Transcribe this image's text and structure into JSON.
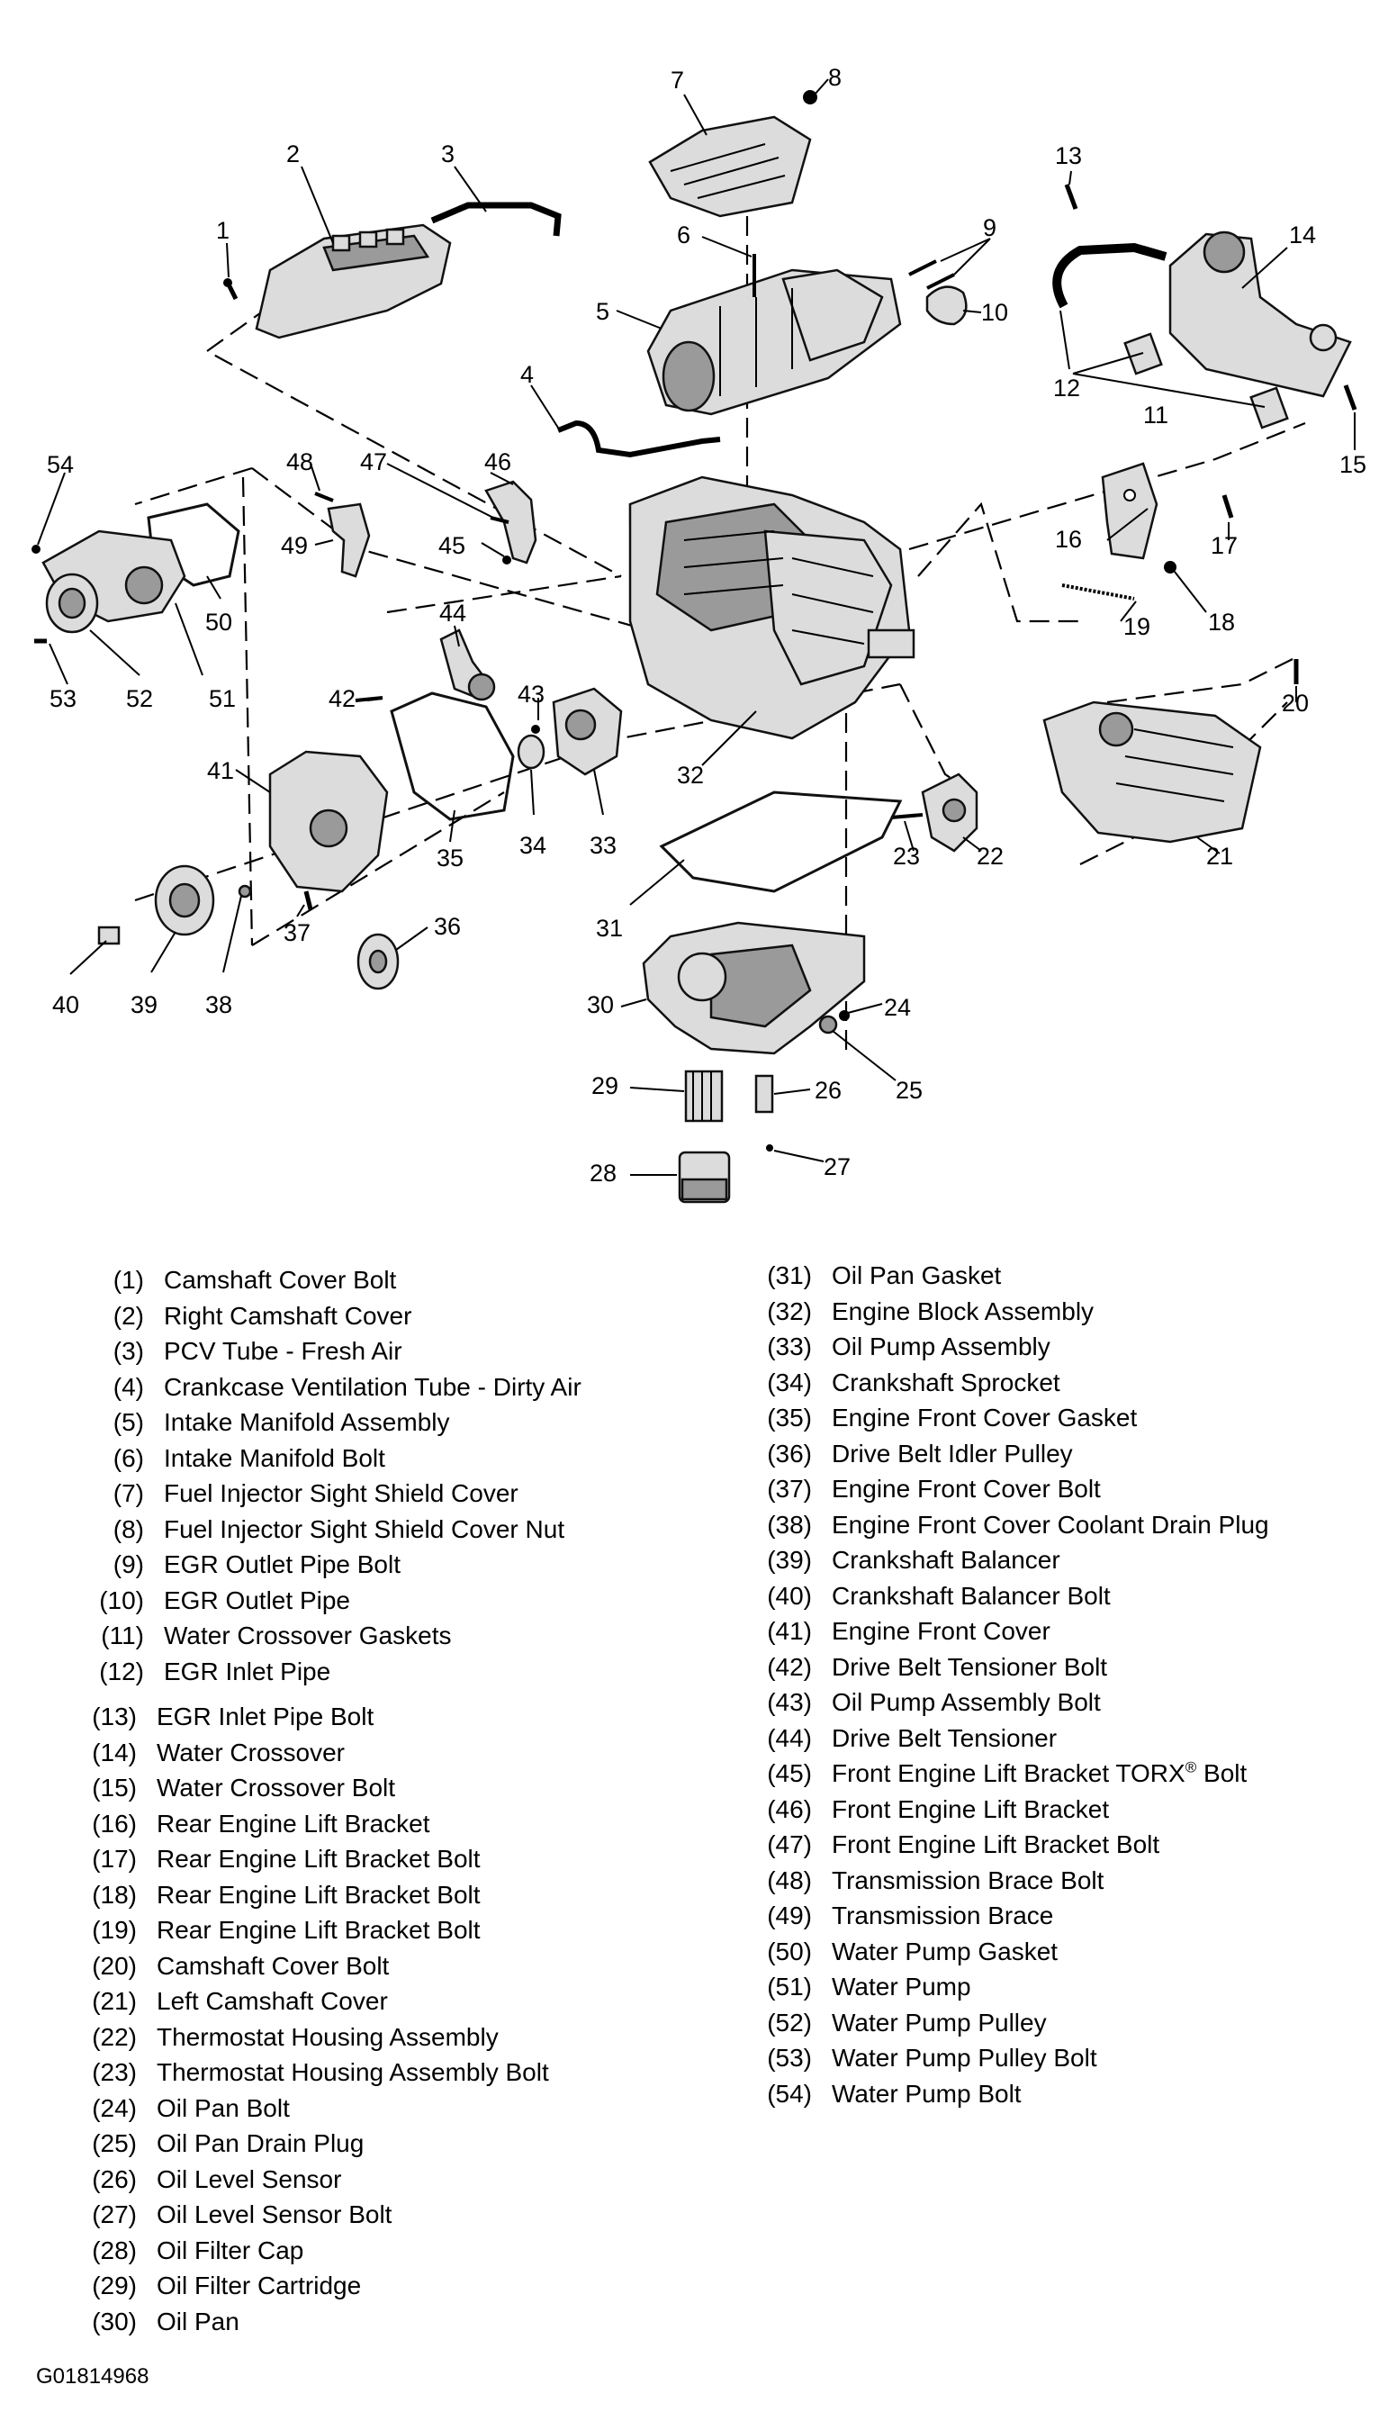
{
  "callouts": [
    {
      "n": "1"
    },
    {
      "n": "2"
    },
    {
      "n": "3"
    },
    {
      "n": "4"
    },
    {
      "n": "5"
    },
    {
      "n": "6"
    },
    {
      "n": "7"
    },
    {
      "n": "8"
    },
    {
      "n": "9"
    },
    {
      "n": "10"
    },
    {
      "n": "11"
    },
    {
      "n": "12"
    },
    {
      "n": "13"
    },
    {
      "n": "14"
    },
    {
      "n": "15"
    },
    {
      "n": "16"
    },
    {
      "n": "17"
    },
    {
      "n": "18"
    },
    {
      "n": "19"
    },
    {
      "n": "20"
    },
    {
      "n": "21"
    },
    {
      "n": "22"
    },
    {
      "n": "23"
    },
    {
      "n": "24"
    },
    {
      "n": "25"
    },
    {
      "n": "26"
    },
    {
      "n": "27"
    },
    {
      "n": "28"
    },
    {
      "n": "29"
    },
    {
      "n": "30"
    },
    {
      "n": "31"
    },
    {
      "n": "32"
    },
    {
      "n": "33"
    },
    {
      "n": "34"
    },
    {
      "n": "35"
    },
    {
      "n": "36"
    },
    {
      "n": "37"
    },
    {
      "n": "38"
    },
    {
      "n": "39"
    },
    {
      "n": "40"
    },
    {
      "n": "41"
    },
    {
      "n": "42"
    },
    {
      "n": "43"
    },
    {
      "n": "44"
    },
    {
      "n": "45"
    },
    {
      "n": "46"
    },
    {
      "n": "47"
    },
    {
      "n": "48"
    },
    {
      "n": "49"
    },
    {
      "n": "50"
    },
    {
      "n": "51"
    },
    {
      "n": "52"
    },
    {
      "n": "53"
    },
    {
      "n": "54"
    }
  ],
  "legend": [
    {
      "num": "(1)",
      "label": "Camshaft Cover Bolt"
    },
    {
      "num": "(2)",
      "label": "Right Camshaft Cover"
    },
    {
      "num": "(3)",
      "label": "PCV Tube - Fresh Air"
    },
    {
      "num": "(4)",
      "label": "Crankcase Ventilation Tube - Dirty Air"
    },
    {
      "num": "(5)",
      "label": "Intake Manifold Assembly"
    },
    {
      "num": "(6)",
      "label": "Intake Manifold Bolt"
    },
    {
      "num": "(7)",
      "label": "Fuel Injector Sight Shield Cover"
    },
    {
      "num": "(8)",
      "label": "Fuel Injector Sight Shield Cover Nut"
    },
    {
      "num": "(9)",
      "label": "EGR Outlet Pipe Bolt"
    },
    {
      "num": "(10)",
      "label": "EGR Outlet Pipe"
    },
    {
      "num": "(11)",
      "label": "Water Crossover Gaskets"
    },
    {
      "num": "(12)",
      "label": "EGR Inlet Pipe"
    },
    {
      "num": "(13)",
      "label": "EGR Inlet Pipe Bolt"
    },
    {
      "num": "(14)",
      "label": "Water Crossover"
    },
    {
      "num": "(15)",
      "label": "Water Crossover Bolt"
    },
    {
      "num": "(16)",
      "label": "Rear Engine Lift Bracket"
    },
    {
      "num": "(17)",
      "label": "Rear Engine Lift Bracket Bolt"
    },
    {
      "num": "(18)",
      "label": "Rear Engine Lift Bracket Bolt"
    },
    {
      "num": "(19)",
      "label": "Rear Engine Lift Bracket Bolt"
    },
    {
      "num": "(20)",
      "label": "Camshaft Cover Bolt"
    },
    {
      "num": "(21)",
      "label": "Left Camshaft Cover"
    },
    {
      "num": "(22)",
      "label": "Thermostat Housing Assembly"
    },
    {
      "num": "(23)",
      "label": "Thermostat Housing Assembly Bolt"
    },
    {
      "num": "(24)",
      "label": "Oil Pan Bolt"
    },
    {
      "num": "(25)",
      "label": "Oil Pan Drain Plug"
    },
    {
      "num": "(26)",
      "label": "Oil Level Sensor"
    },
    {
      "num": "(27)",
      "label": "Oil Level Sensor Bolt"
    },
    {
      "num": "(28)",
      "label": "Oil Filter Cap"
    },
    {
      "num": "(29)",
      "label": "Oil Filter Cartridge"
    },
    {
      "num": "(30)",
      "label": "Oil Pan"
    },
    {
      "num": "(31)",
      "label": "Oil Pan Gasket"
    },
    {
      "num": "(32)",
      "label": "Engine Block Assembly"
    },
    {
      "num": "(33)",
      "label": "Oil Pump Assembly"
    },
    {
      "num": "(34)",
      "label": "Crankshaft Sprocket"
    },
    {
      "num": "(35)",
      "label": "Engine Front Cover Gasket"
    },
    {
      "num": "(36)",
      "label": "Drive Belt Idler Pulley"
    },
    {
      "num": "(37)",
      "label": "Engine Front Cover Bolt"
    },
    {
      "num": "(38)",
      "label": "Engine Front Cover Coolant Drain Plug"
    },
    {
      "num": "(39)",
      "label": "Crankshaft Balancer"
    },
    {
      "num": "(40)",
      "label": "Crankshaft Balancer Bolt"
    },
    {
      "num": "(41)",
      "label": "Engine Front Cover"
    },
    {
      "num": "(42)",
      "label": "Drive Belt Tensioner Bolt"
    },
    {
      "num": "(43)",
      "label": "Oil Pump Assembly Bolt"
    },
    {
      "num": "(44)",
      "label": "Drive Belt Tensioner"
    },
    {
      "num": "(45)",
      "label": "Front Engine Lift Bracket TORX",
      "sup": "®",
      "suffix": " Bolt"
    },
    {
      "num": "(46)",
      "label": "Front Engine Lift Bracket"
    },
    {
      "num": "(47)",
      "label": "Front Engine Lift Bracket Bolt"
    },
    {
      "num": "(48)",
      "label": "Transmission Brace Bolt"
    },
    {
      "num": "(49)",
      "label": "Transmission Brace"
    },
    {
      "num": "(50)",
      "label": "Water Pump Gasket"
    },
    {
      "num": "(51)",
      "label": "Water Pump"
    },
    {
      "num": "(52)",
      "label": "Water Pump Pulley"
    },
    {
      "num": "(53)",
      "label": "Water Pump Pulley Bolt"
    },
    {
      "num": "(54)",
      "label": "Water Pump Bolt"
    }
  ],
  "figure_code": "G01814968"
}
